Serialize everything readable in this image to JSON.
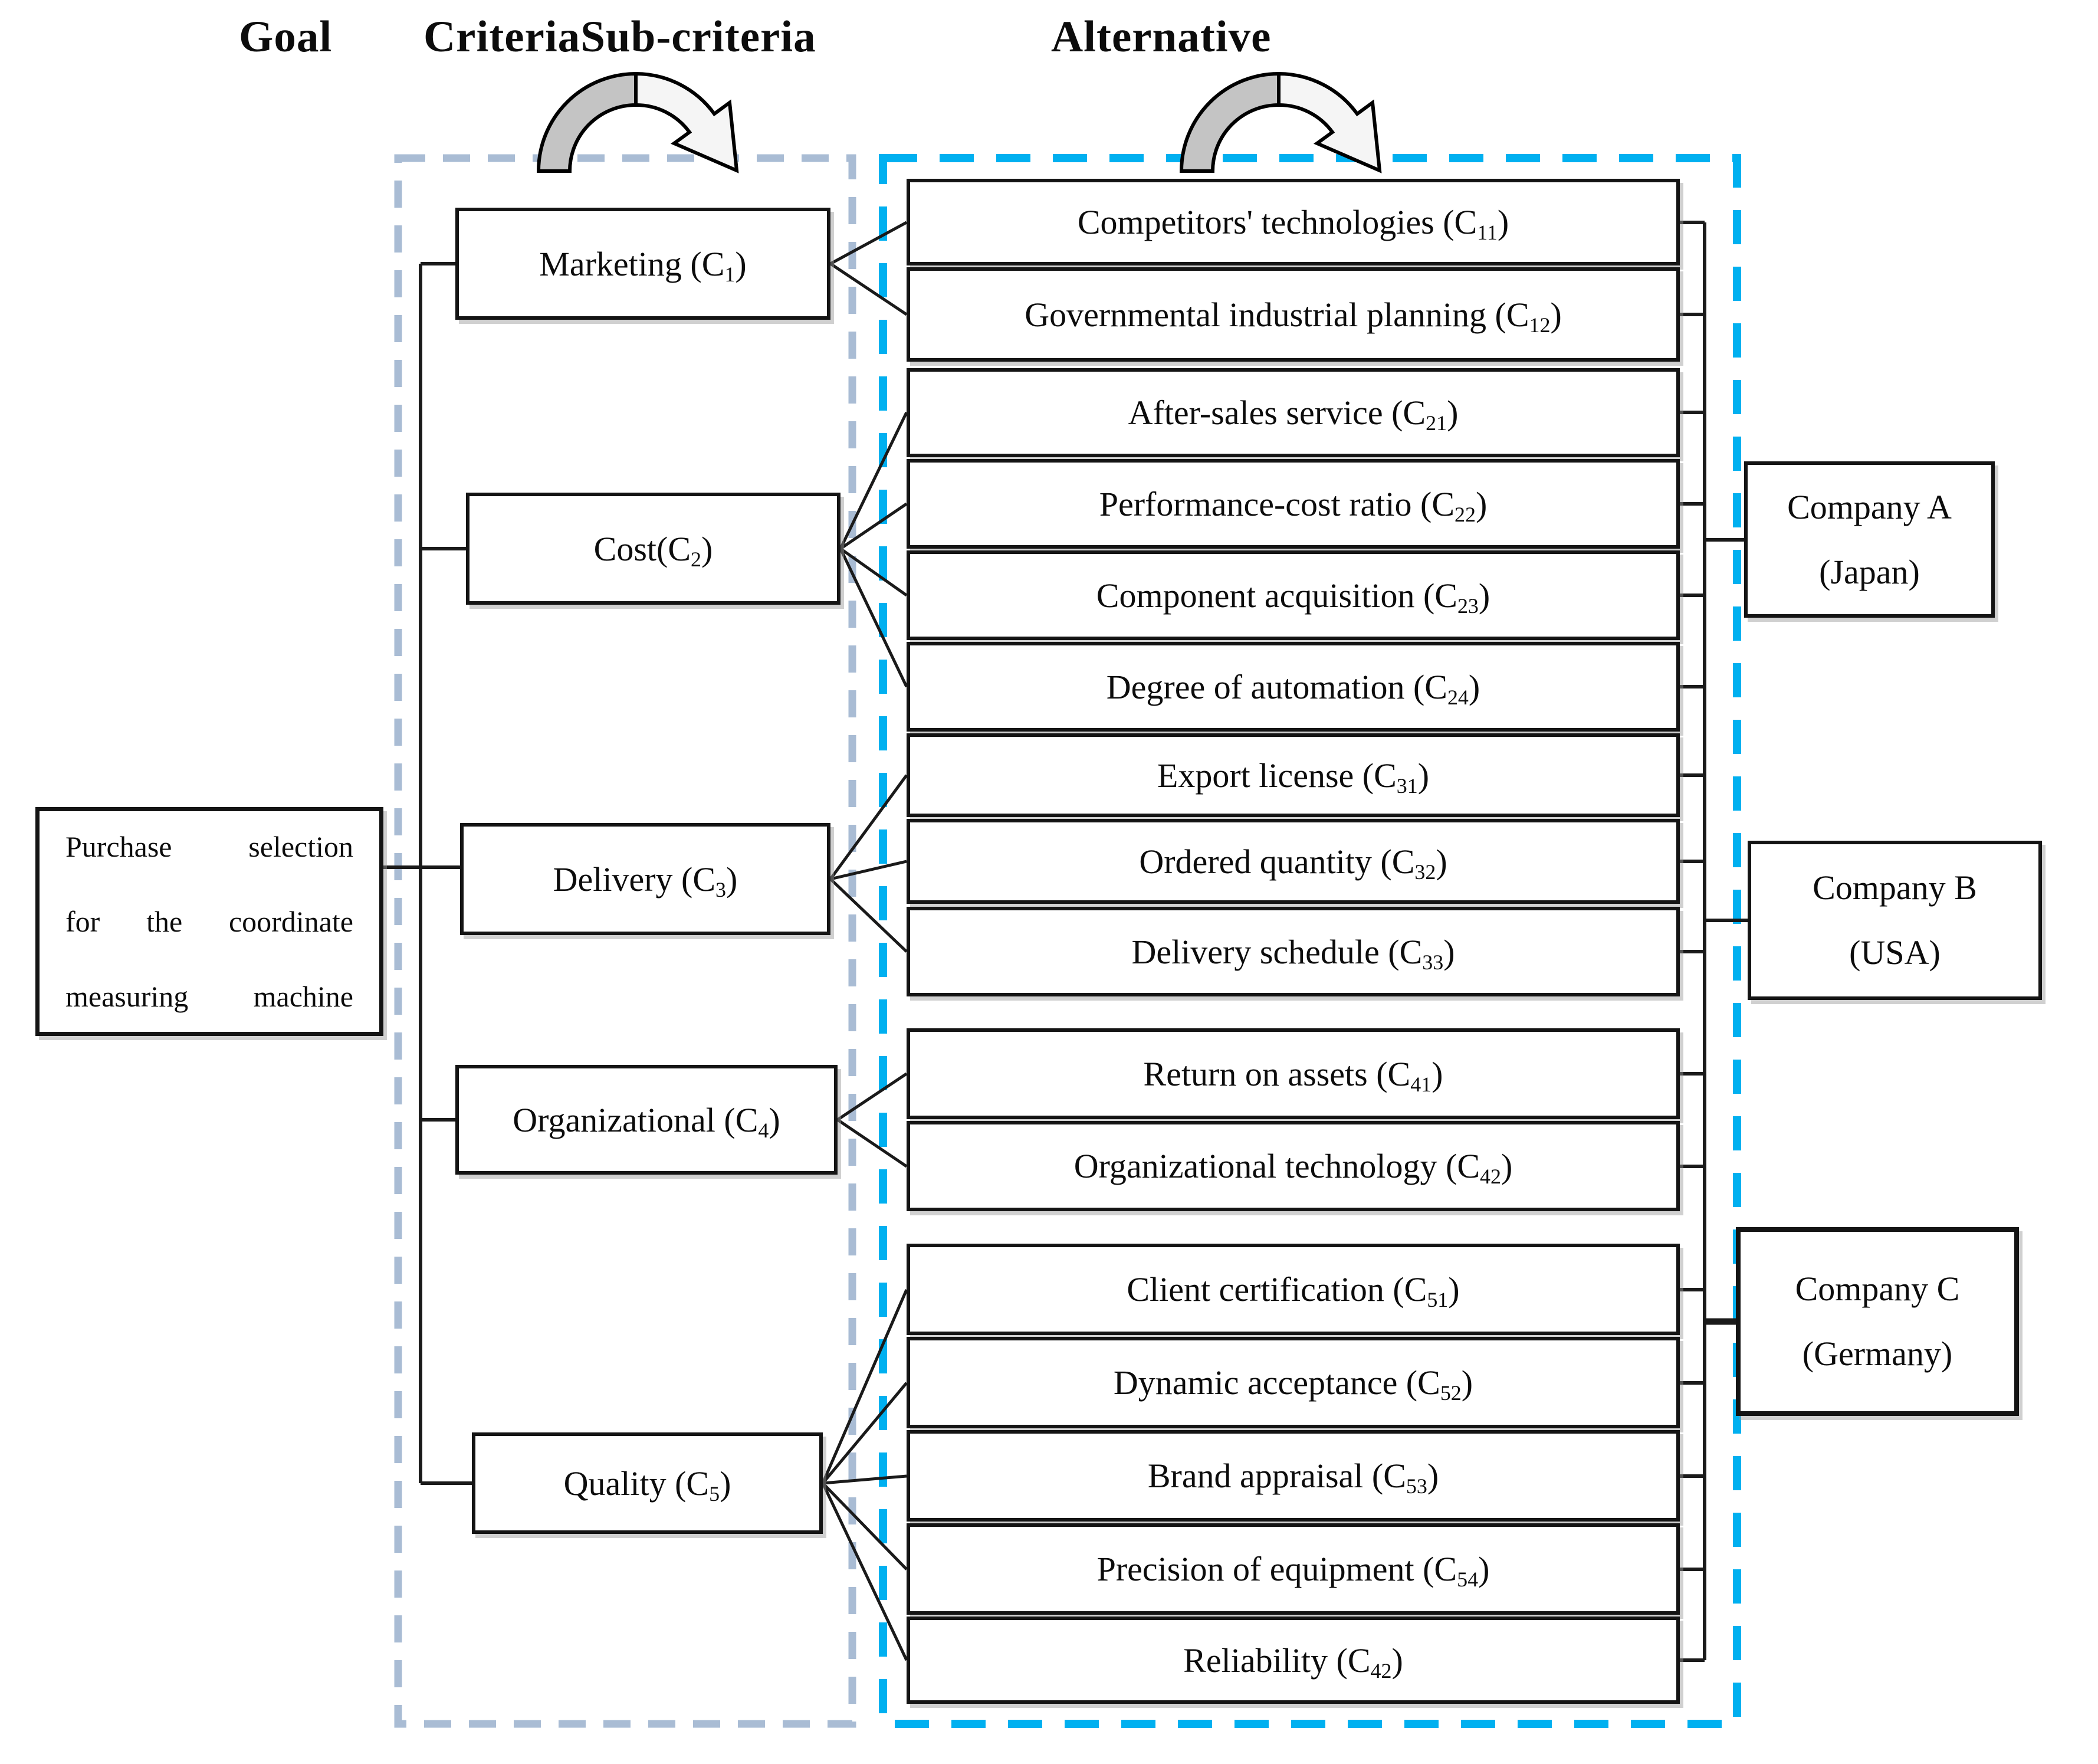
{
  "headers": {
    "goal": "Goal",
    "criteria": "Criteria",
    "sub_criteria": "Sub-criteria",
    "alternative": "Alternative"
  },
  "goal": {
    "lines": [
      "Purchase selection",
      "for the coordinate",
      "measuring machine"
    ]
  },
  "criteria": {
    "items": [
      {
        "pre": "Marketing (C",
        "sub": "1",
        "post": ")"
      },
      {
        "pre": "Cost(C",
        "sub": "2",
        "post": ")"
      },
      {
        "pre": "Delivery (C",
        "sub": "3",
        "post": ")"
      },
      {
        "pre": "Organizational (C",
        "sub": "4",
        "post": ")"
      },
      {
        "pre": "Quality (C",
        "sub": "5",
        "post": ")"
      }
    ]
  },
  "sub_criteria": {
    "items": [
      {
        "pre": "Competitors' technologies (C",
        "sub": "11",
        "post": ")"
      },
      {
        "pre": "Governmental industrial planning (C",
        "sub": "12",
        "post": ")"
      },
      {
        "pre": "After-sales service (C",
        "sub": "21",
        "post": ")"
      },
      {
        "pre": "Performance-cost ratio (C",
        "sub": "22",
        "post": ")"
      },
      {
        "pre": "Component acquisition (C",
        "sub": "23",
        "post": ")"
      },
      {
        "pre": "Degree of automation (C",
        "sub": "24",
        "post": ")"
      },
      {
        "pre": "Export license (C",
        "sub": "31",
        "post": ")"
      },
      {
        "pre": "Ordered quantity (C",
        "sub": "32",
        "post": ")"
      },
      {
        "pre": "Delivery schedule (C",
        "sub": "33",
        "post": ")"
      },
      {
        "pre": "Return on assets (C",
        "sub": "41",
        "post": ")"
      },
      {
        "pre": "Organizational technology (C",
        "sub": "42",
        "post": ")"
      },
      {
        "pre": "Client certification (C",
        "sub": "51",
        "post": ")"
      },
      {
        "pre": "Dynamic acceptance (C",
        "sub": "52",
        "post": ")"
      },
      {
        "pre": "Brand appraisal (C",
        "sub": "53",
        "post": ")"
      },
      {
        "pre": "Precision of equipment (C",
        "sub": "54",
        "post": ")"
      },
      {
        "pre": "Reliability (C",
        "sub": "42",
        "post": ")"
      }
    ]
  },
  "alternatives": {
    "items": [
      {
        "name": "Company A",
        "country": "(Japan)"
      },
      {
        "name": "Company B",
        "country": "(USA)"
      },
      {
        "name": "Company C",
        "country": "(Germany)"
      }
    ]
  },
  "colors": {
    "criteria_container_border": "#a9bcd4",
    "alternative_container_border": "#00b0f0",
    "line": "#1a1a1a",
    "arrow_tail_fill": "#c4c4c4",
    "arrow_head_fill": "#f5f5f5"
  }
}
